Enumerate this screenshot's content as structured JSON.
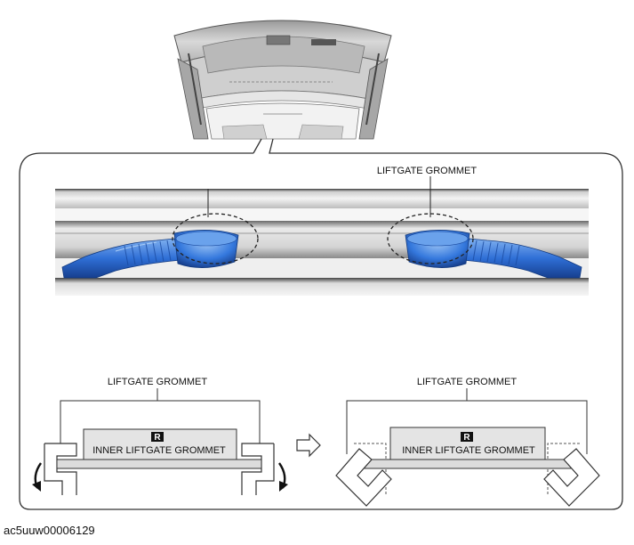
{
  "figure_id": "ac5uuw00006129",
  "labels": {
    "top_grommet": "LIFTGATE GROMMET",
    "bottom_left_grommet": "LIFTGATE GROMMET",
    "bottom_right_grommet": "LIFTGATE GROMMET",
    "inner_left": "INNER LIFTGATE GROMMET",
    "inner_right": "INNER LIFTGATE GROMMET",
    "badge_left": "R",
    "badge_right": "R"
  },
  "icons": {
    "arrow": "right-outline-arrow-icon",
    "rotate_left": "curved-arrow-down-left-icon",
    "rotate_right": "curved-arrow-down-right-icon"
  },
  "colors": {
    "grommet_blue": "#2f6fd6",
    "grommet_light": "#7fb0f0",
    "frame": "#333333",
    "panel_fill": "#e4e4e4"
  }
}
